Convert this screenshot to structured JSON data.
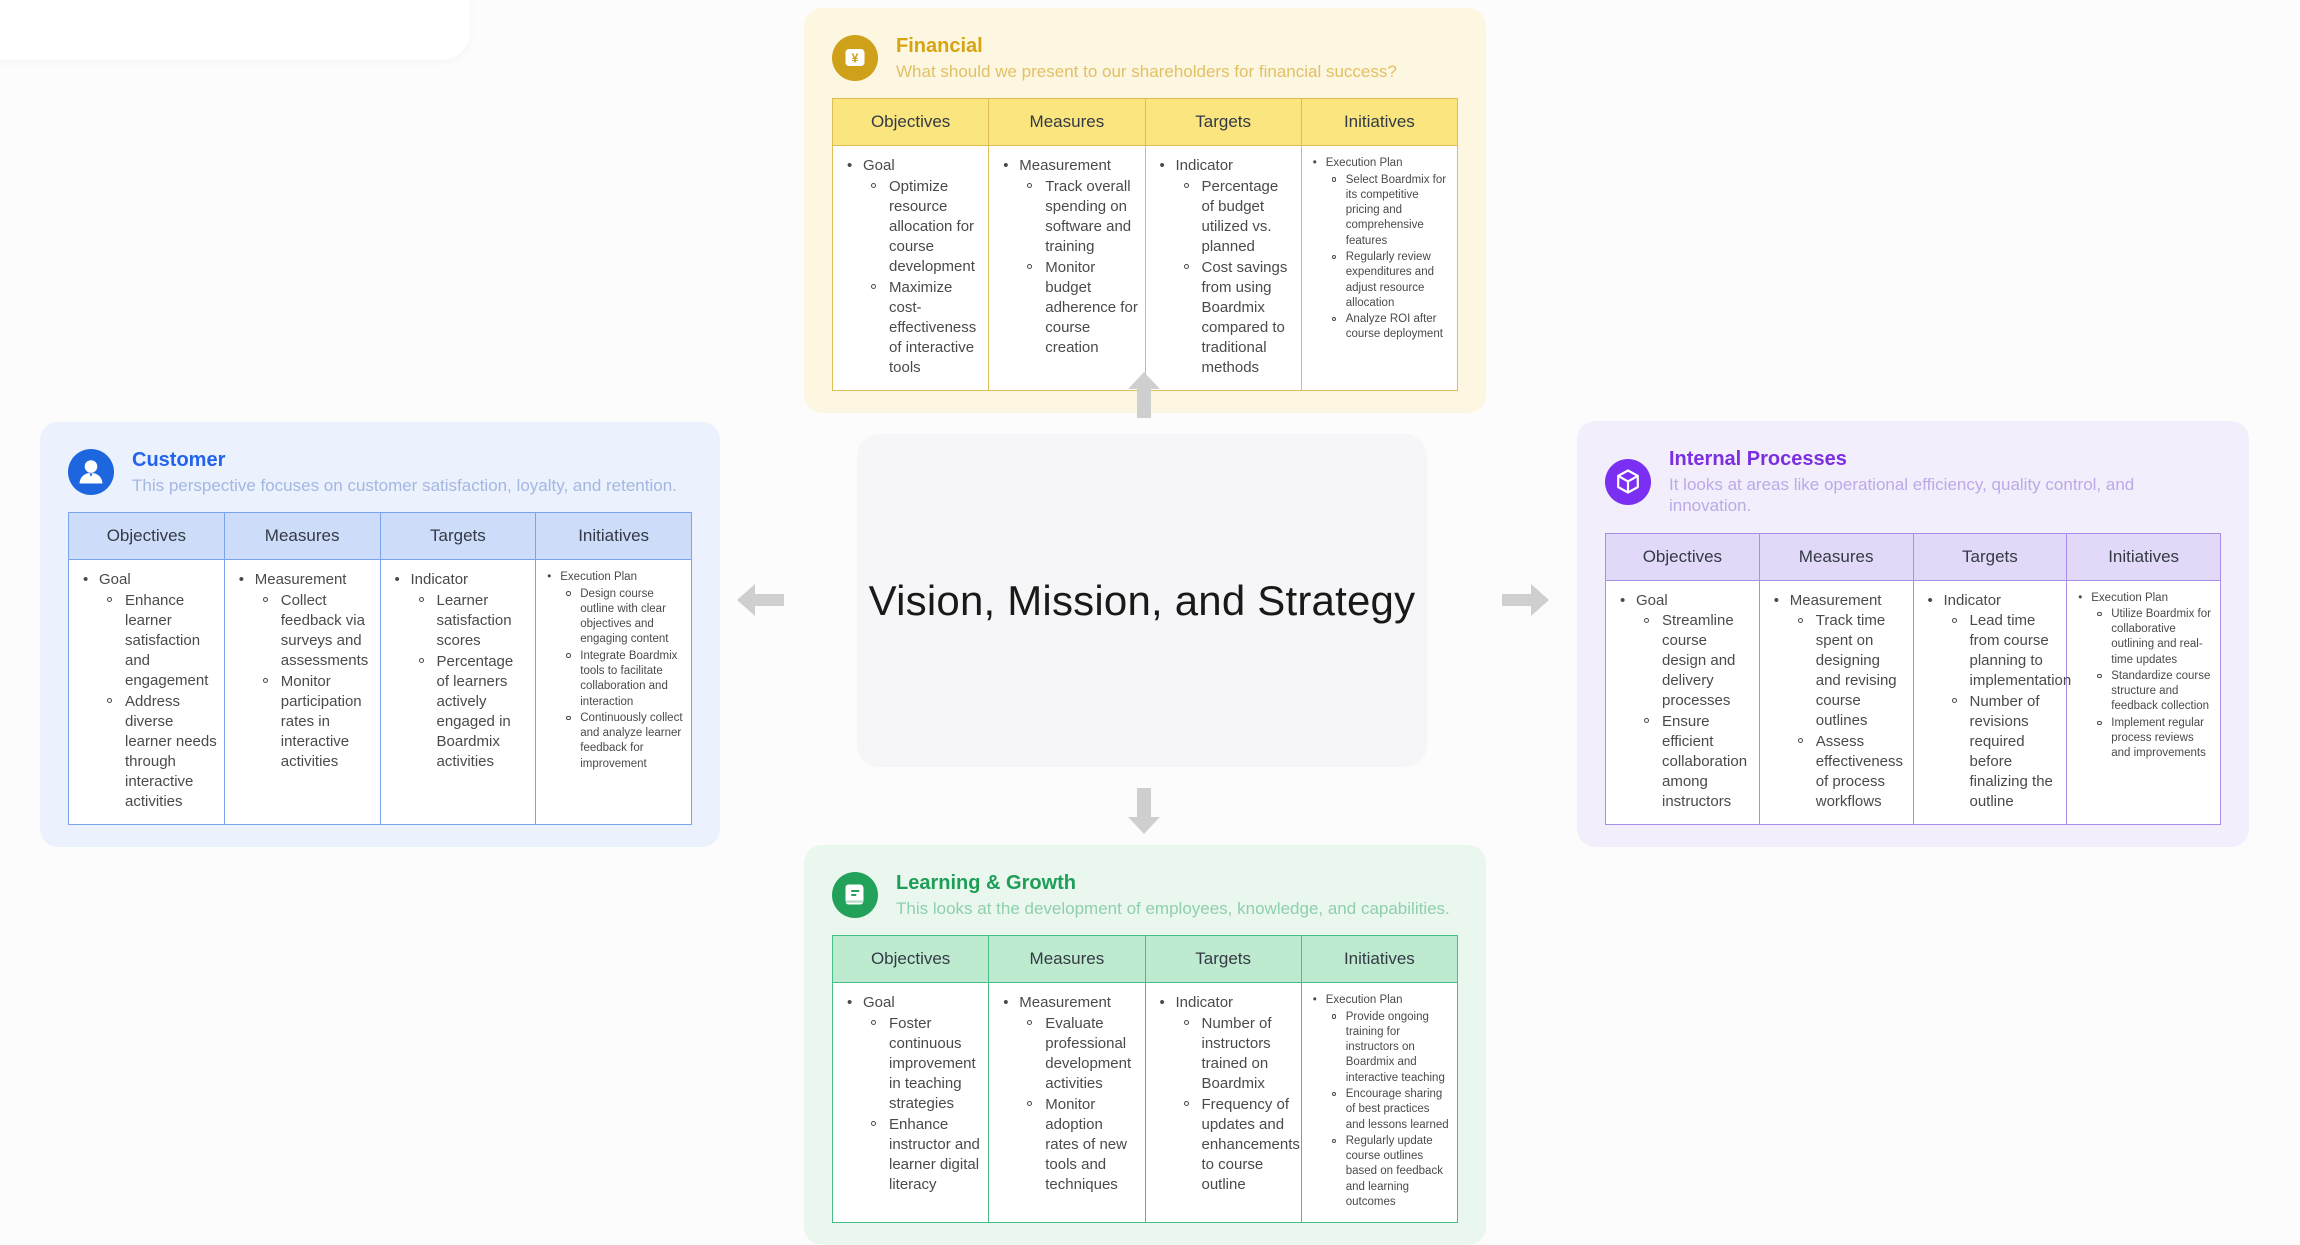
{
  "center": {
    "label": "Vision, Mission, and Strategy"
  },
  "table_headers": [
    "Objectives",
    "Measures",
    "Targets",
    "Initiatives"
  ],
  "arrows": {
    "color": "#CFCFCF",
    "directions": [
      "up",
      "left",
      "right",
      "down"
    ]
  },
  "perspectives": {
    "financial": {
      "title": "Financial",
      "subtitle": "What should we present to our shareholders for financial success?",
      "icon": "yen-badge-icon",
      "colors": {
        "panel_bg": "#FDF7E1",
        "header_bg": "#FAE57F",
        "border": "#DCBE52",
        "title": "#D7A411",
        "subtitle": "#E2C065",
        "badge": "#CFA019"
      },
      "columns": [
        {
          "heading": "Goal",
          "items": [
            "Optimize resource allocation for course development",
            "Maximize cost-effectiveness of interactive tools"
          ]
        },
        {
          "heading": "Measurement",
          "items": [
            "Track overall spending on software and training",
            "Monitor budget adherence for course creation"
          ]
        },
        {
          "heading": "Indicator",
          "items": [
            "Percentage of budget utilized vs. planned",
            "Cost savings from using Boardmix compared to traditional methods"
          ]
        },
        {
          "heading": "Execution Plan",
          "items": [
            "Select Boardmix for its competitive pricing and comprehensive features",
            "Regularly review expenditures and adjust resource allocation",
            "Analyze ROI after course deployment"
          ]
        }
      ]
    },
    "customer": {
      "title": "Customer",
      "subtitle": "This perspective focuses on customer satisfaction, loyalty, and retention.",
      "icon": "user-icon",
      "colors": {
        "panel_bg": "#EBF1FD",
        "header_bg": "#CDDCF9",
        "border": "#79A3EB",
        "title": "#2563EB",
        "subtitle": "#A4B7E2",
        "badge": "#1D66DE"
      },
      "columns": [
        {
          "heading": "Goal",
          "items": [
            "Enhance learner satisfaction and engagement",
            "Address diverse learner needs through interactive activities"
          ]
        },
        {
          "heading": "Measurement",
          "items": [
            "Collect feedback via surveys and assessments",
            "Monitor participation rates in interactive activities"
          ]
        },
        {
          "heading": "Indicator",
          "items": [
            "Learner satisfaction scores",
            "Percentage of learners actively engaged in Boardmix activities"
          ]
        },
        {
          "heading": "Execution Plan",
          "items": [
            "Design course outline with clear objectives and engaging content",
            "Integrate Boardmix tools to facilitate collaboration and interaction",
            "Continuously collect and analyze learner feedback for improvement"
          ]
        }
      ]
    },
    "internal": {
      "title": "Internal Processes",
      "subtitle": "It looks at areas like operational efficiency, quality control, and innovation.",
      "icon": "cube-icon",
      "colors": {
        "panel_bg": "#F2EEFC",
        "header_bg": "#E2D9F8",
        "border": "#A98FE9",
        "title": "#7B2FE0",
        "subtitle": "#BCA9E6",
        "badge": "#7B2FF2"
      },
      "columns": [
        {
          "heading": "Goal",
          "items": [
            "Streamline course design and delivery processes",
            "Ensure efficient collaboration among instructors"
          ]
        },
        {
          "heading": "Measurement",
          "items": [
            "Track time spent on designing and revising course outlines",
            "Assess effectiveness of process workflows"
          ]
        },
        {
          "heading": "Indicator",
          "items": [
            "Lead time from course planning to implementation",
            "Number of revisions required before finalizing the outline"
          ]
        },
        {
          "heading": "Execution Plan",
          "items": [
            "Utilize Boardmix for collaborative outlining and real-time updates",
            "Standardize course structure and feedback collection",
            "Implement regular process reviews and improvements"
          ]
        }
      ]
    },
    "learning": {
      "title": "Learning & Growth",
      "subtitle": "This looks at the development of employees, knowledge, and capabilities.",
      "icon": "book-icon",
      "colors": {
        "panel_bg": "#E9F7EF",
        "header_bg": "#BEEBD0",
        "border": "#46BE85",
        "title": "#1E9E57",
        "subtitle": "#8FCFAC",
        "badge": "#21A159"
      },
      "columns": [
        {
          "heading": "Goal",
          "items": [
            "Foster continuous improvement in teaching strategies",
            "Enhance instructor and learner digital literacy"
          ]
        },
        {
          "heading": "Measurement",
          "items": [
            "Evaluate professional development activities",
            "Monitor adoption rates of new tools and techniques"
          ]
        },
        {
          "heading": "Indicator",
          "items": [
            "Number of instructors trained on Boardmix",
            "Frequency of updates and enhancements to course outline"
          ]
        },
        {
          "heading": "Execution Plan",
          "items": [
            "Provide ongoing training for instructors on Boardmix and interactive teaching",
            "Encourage sharing of best practices and lessons learned",
            "Regularly update course outlines based on feedback and learning outcomes"
          ]
        }
      ]
    }
  }
}
